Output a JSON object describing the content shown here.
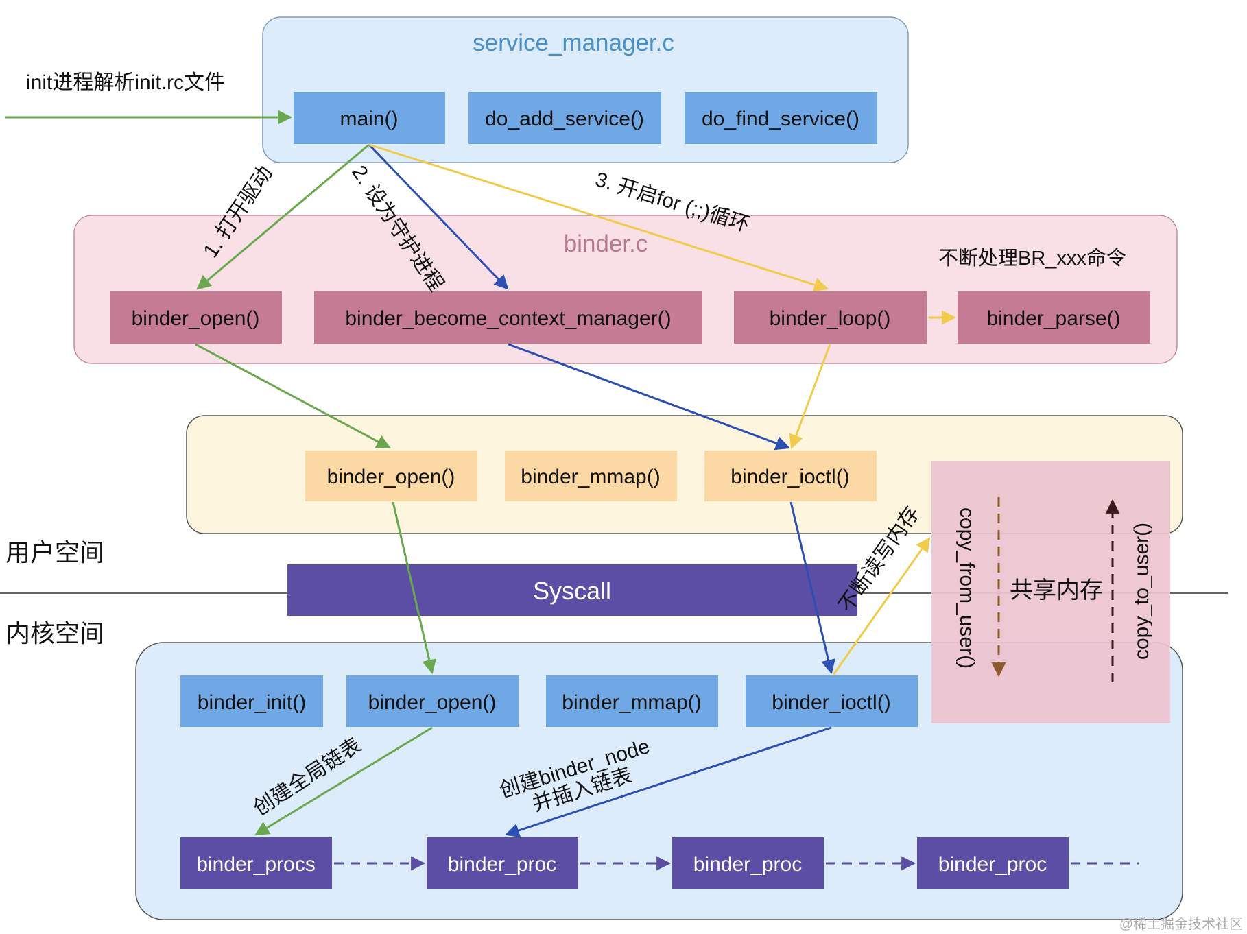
{
  "groups": {
    "service_manager": {
      "title": "service_manager.c",
      "fill": "#dcecfb",
      "stroke": "#7e9bb8",
      "title_color": "#4a90c9"
    },
    "binder_c": {
      "title": "binder.c",
      "fill": "#f8e0e6",
      "stroke": "#c08f9e",
      "title_color": "#b77a90"
    },
    "user_driver": {
      "fill": "#fdf5dd",
      "stroke": "#555555"
    },
    "kernel": {
      "fill": "#dcecfb",
      "stroke": "#555555"
    }
  },
  "nodes": {
    "sm_main": "main()",
    "sm_add": "do_add_service()",
    "sm_find": "do_find_service()",
    "bc_open": "binder_open()",
    "bc_become": "binder_become_context_manager()",
    "bc_loop": "binder_loop()",
    "bc_parse": "binder_parse()",
    "u_open": "binder_open()",
    "u_mmap": "binder_mmap()",
    "u_ioctl": "binder_ioctl()",
    "syscall": "Syscall",
    "k_init": "binder_init()",
    "k_open": "binder_open()",
    "k_mmap": "binder_mmap()",
    "k_ioctl": "binder_ioctl()",
    "procs": "binder_procs",
    "proc1": "binder_proc",
    "proc2": "binder_proc",
    "proc3": "binder_proc"
  },
  "shared_memory": {
    "title": "共享内存",
    "copy_from_user": "copy_from_user()",
    "copy_to_user": "copy_to_user()",
    "fill": "#edc3cf"
  },
  "labels": {
    "init_parse": "init进程解析init.rc文件",
    "step1": "1. 打开驱动",
    "step2": "2. 设为守护进程",
    "step3": "3. 开启for (;;)循环",
    "br_cmd": "不断处理BR_xxx命令",
    "rw_mem": "不断读写内存",
    "create_list": "创建全局链表",
    "create_node_1": "创建binder_node",
    "create_node_2": "并插入链表",
    "user_space": "用户空间",
    "kernel_space": "内核空间",
    "watermark": "@稀土掘金技术社区"
  },
  "colors": {
    "blue_box": "#6fa8e4",
    "pink_box": "#c47b93",
    "orange_box": "#fcd8a4",
    "purple_box": "#5d4ea5",
    "green_arrow": "#6aa84f",
    "blue_arrow": "#2b4fb2",
    "yellow_arrow": "#f1cb4c",
    "dashed_brown": "#8b5a2b",
    "dashed_dark": "#4a2a2a"
  },
  "icons": [
    "arrowhead-icon"
  ]
}
